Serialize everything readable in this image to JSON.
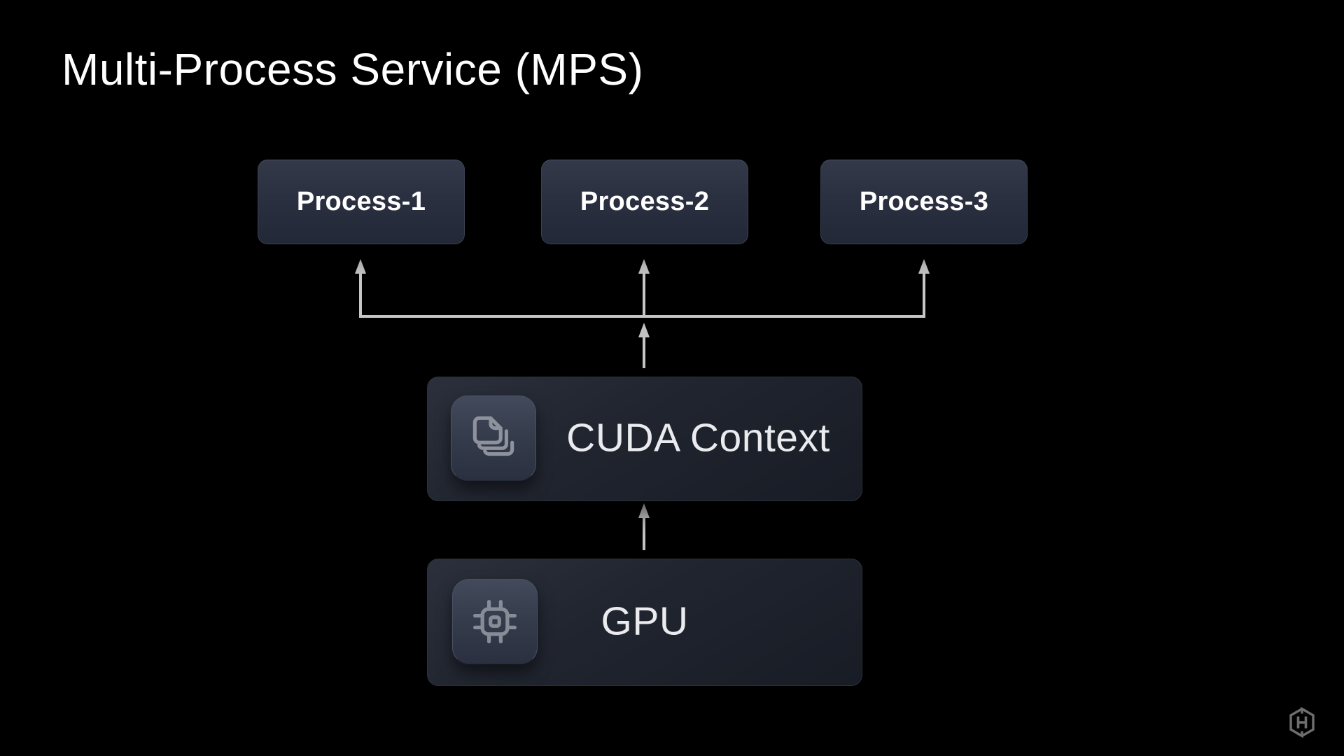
{
  "slide": {
    "title": "Multi-Process Service (MPS)"
  },
  "diagram": {
    "processes": [
      {
        "label": "Process-1"
      },
      {
        "label": "Process-2"
      },
      {
        "label": "Process-3"
      }
    ],
    "cuda": {
      "label": "CUDA Context",
      "icon": "documents-stack-icon"
    },
    "gpu": {
      "label": "GPU",
      "icon": "chip-icon"
    },
    "connections": [
      "gpu -> cuda-context",
      "cuda-context -> process-1",
      "cuda-context -> process-2",
      "cuda-context -> process-3"
    ]
  },
  "branding": {
    "logo": "hashicorp-logo"
  },
  "colors": {
    "background": "#000000",
    "box_top": "#333948",
    "box_bottom": "#232837",
    "big_box_top": "#2b303c",
    "big_box_bottom": "#181c25",
    "tile_top": "#424a5b",
    "tile_bottom": "#2a3040",
    "arrow": "#c6c6c6",
    "title_text": "#ffffff",
    "box_text": "#e9ebee",
    "logo_gray": "#6e6e6e"
  }
}
